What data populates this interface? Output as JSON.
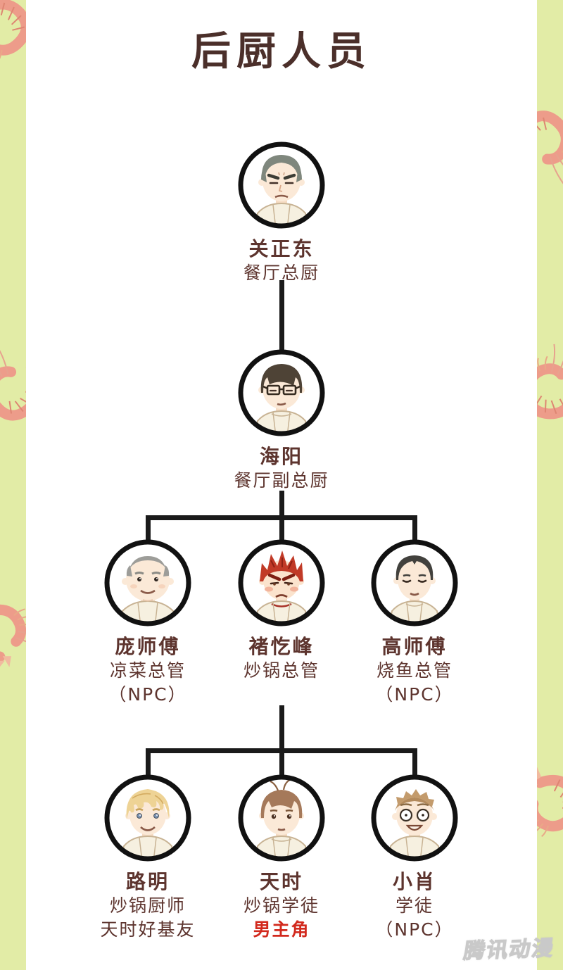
{
  "title": "后厨人员",
  "watermark": "腾讯动漫",
  "colors": {
    "background_green": "#e2eca6",
    "panel_white": "#ffffff",
    "title_brown": "#4b2f2a",
    "text_brown": "#5d342e",
    "connector_black": "#1a1a1a",
    "highlight_red": "#d2291d",
    "shrimp_pink": "#ef9488"
  },
  "tree": {
    "root": {
      "name": "关正东",
      "role": "餐厅总厨",
      "avatar": "gray-haired-head-chef"
    },
    "deputy": {
      "name": "海阳",
      "role": "餐厅副总厨",
      "avatar": "glasses-deputy-chef"
    },
    "managers": [
      {
        "name": "庞师傅",
        "role": "凉菜总管",
        "note": "（NPC）",
        "avatar": "chubby-gray-haired-chef"
      },
      {
        "name": "褚忔峰",
        "role": "炒锅总管",
        "note": "",
        "avatar": "red-haired-wok-chef"
      },
      {
        "name": "高师傅",
        "role": "烧鱼总管",
        "note": "（NPC）",
        "avatar": "slim-black-haired-chef"
      }
    ],
    "juniors": [
      {
        "name": "路明",
        "role": "炒锅厨师",
        "note": "天时好基友",
        "avatar": "blonde-wok-cook"
      },
      {
        "name": "天时",
        "role": "炒锅学徒",
        "note": "男主角",
        "avatar": "brown-haired-protagonist"
      },
      {
        "name": "小肖",
        "role": "学徒",
        "note": "（NPC）",
        "avatar": "goofy-apprentice"
      }
    ]
  }
}
